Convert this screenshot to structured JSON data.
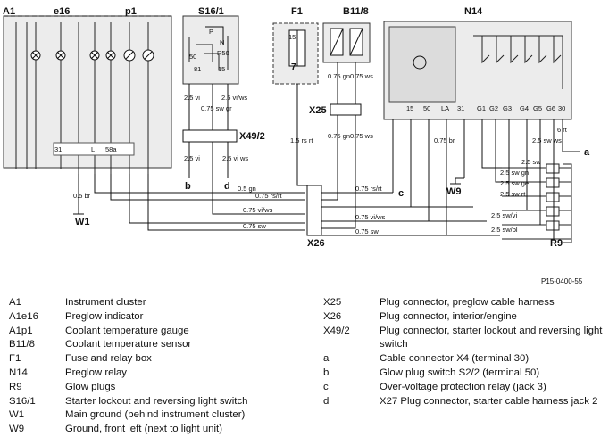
{
  "diagram": {
    "figure_code": "P15-0400-55",
    "components": {
      "a1": "A1",
      "e16": "e16",
      "p1": "p1",
      "s16_1": "S16/1",
      "f1": "F1",
      "b11_8": "B11/8",
      "n14": "N14",
      "x25": "X25",
      "x49_2": "X49/2",
      "x26": "X26",
      "r9": "R9",
      "w1": "W1",
      "w9": "W9"
    },
    "ends": {
      "a": "a",
      "b": "b",
      "c": "c",
      "d": "d"
    },
    "cluster_pins": [
      "31",
      "L",
      "58a"
    ],
    "n14_pins": [
      "15",
      "50",
      "LA",
      "31",
      "G1",
      "G2",
      "G3",
      "G4",
      "G5",
      "G6",
      "30"
    ],
    "s16_labels": {
      "p": "P",
      "n": "N",
      "r50": "R50",
      "t50": "50",
      "t81": "81",
      "t15": "15"
    },
    "fuse_label": "15",
    "fuse_num": "7",
    "wires": {
      "s16_a": "2.5 vi",
      "s16_b": "0.75 sw gr",
      "s16_c": "2.5 vi/ws",
      "x49_a": "2.5 vi",
      "x49_b": "2.5 vi ws",
      "f1_out": "1.5 rs rt",
      "b11_a": "0.75 gn",
      "b11_b": "0.75 ws",
      "x25_a": "0.75 gn",
      "x25_b": "0.75 ws",
      "w1": "0.5 br",
      "h1": "0.5 gn",
      "h2": "0.75 rs/rt",
      "h3": "0.75 rs/rt",
      "h4": "0.75 vi/ws",
      "h5": "0.75 vi/ws",
      "h6": "0.75 sw",
      "h7": "0.75 sw",
      "n_31": "0.75 br",
      "n_30": "6 rt",
      "g_a": "2.5 sw ws",
      "g_b": "2.5 sw",
      "g_c": "2.5 sw gn",
      "g_d": "2.5 sw ge",
      "g_e": "2.5 sw rt",
      "g_f": "2.5 sw/vi",
      "g_g": "2.5 sw/bl"
    }
  },
  "legend_left": [
    {
      "code": "A1",
      "desc": "Instrument cluster"
    },
    {
      "code": "A1e16",
      "desc": "Preglow indicator"
    },
    {
      "code": "A1p1",
      "desc": "Coolant temperature gauge"
    },
    {
      "code": "B11/8",
      "desc": "Coolant temperature sensor"
    },
    {
      "code": "F1",
      "desc": "Fuse and relay box"
    },
    {
      "code": "N14",
      "desc": "Preglow relay"
    },
    {
      "code": "R9",
      "desc": "Glow plugs"
    },
    {
      "code": "S16/1",
      "desc": "Starter lockout and reversing light switch"
    },
    {
      "code": "W1",
      "desc": "Main ground (behind instrument cluster)"
    },
    {
      "code": "W9",
      "desc": "Ground, front left (next to light unit)"
    }
  ],
  "legend_right": [
    {
      "code": "X25",
      "desc": "Plug connector, preglow cable harness"
    },
    {
      "code": "X26",
      "desc": "Plug connector, interior/engine"
    },
    {
      "code": "X49/2",
      "desc": "Plug connector, starter lockout and reversing light switch"
    },
    {
      "code": "a",
      "desc": "Cable connector X4 (terminal 30)"
    },
    {
      "code": "b",
      "desc": "Glow plug switch S2/2 (terminal 50)"
    },
    {
      "code": "c",
      "desc": "Over-voltage protection relay (jack 3)"
    },
    {
      "code": "d",
      "desc": "X27 Plug connector, starter cable harness jack 2"
    }
  ]
}
